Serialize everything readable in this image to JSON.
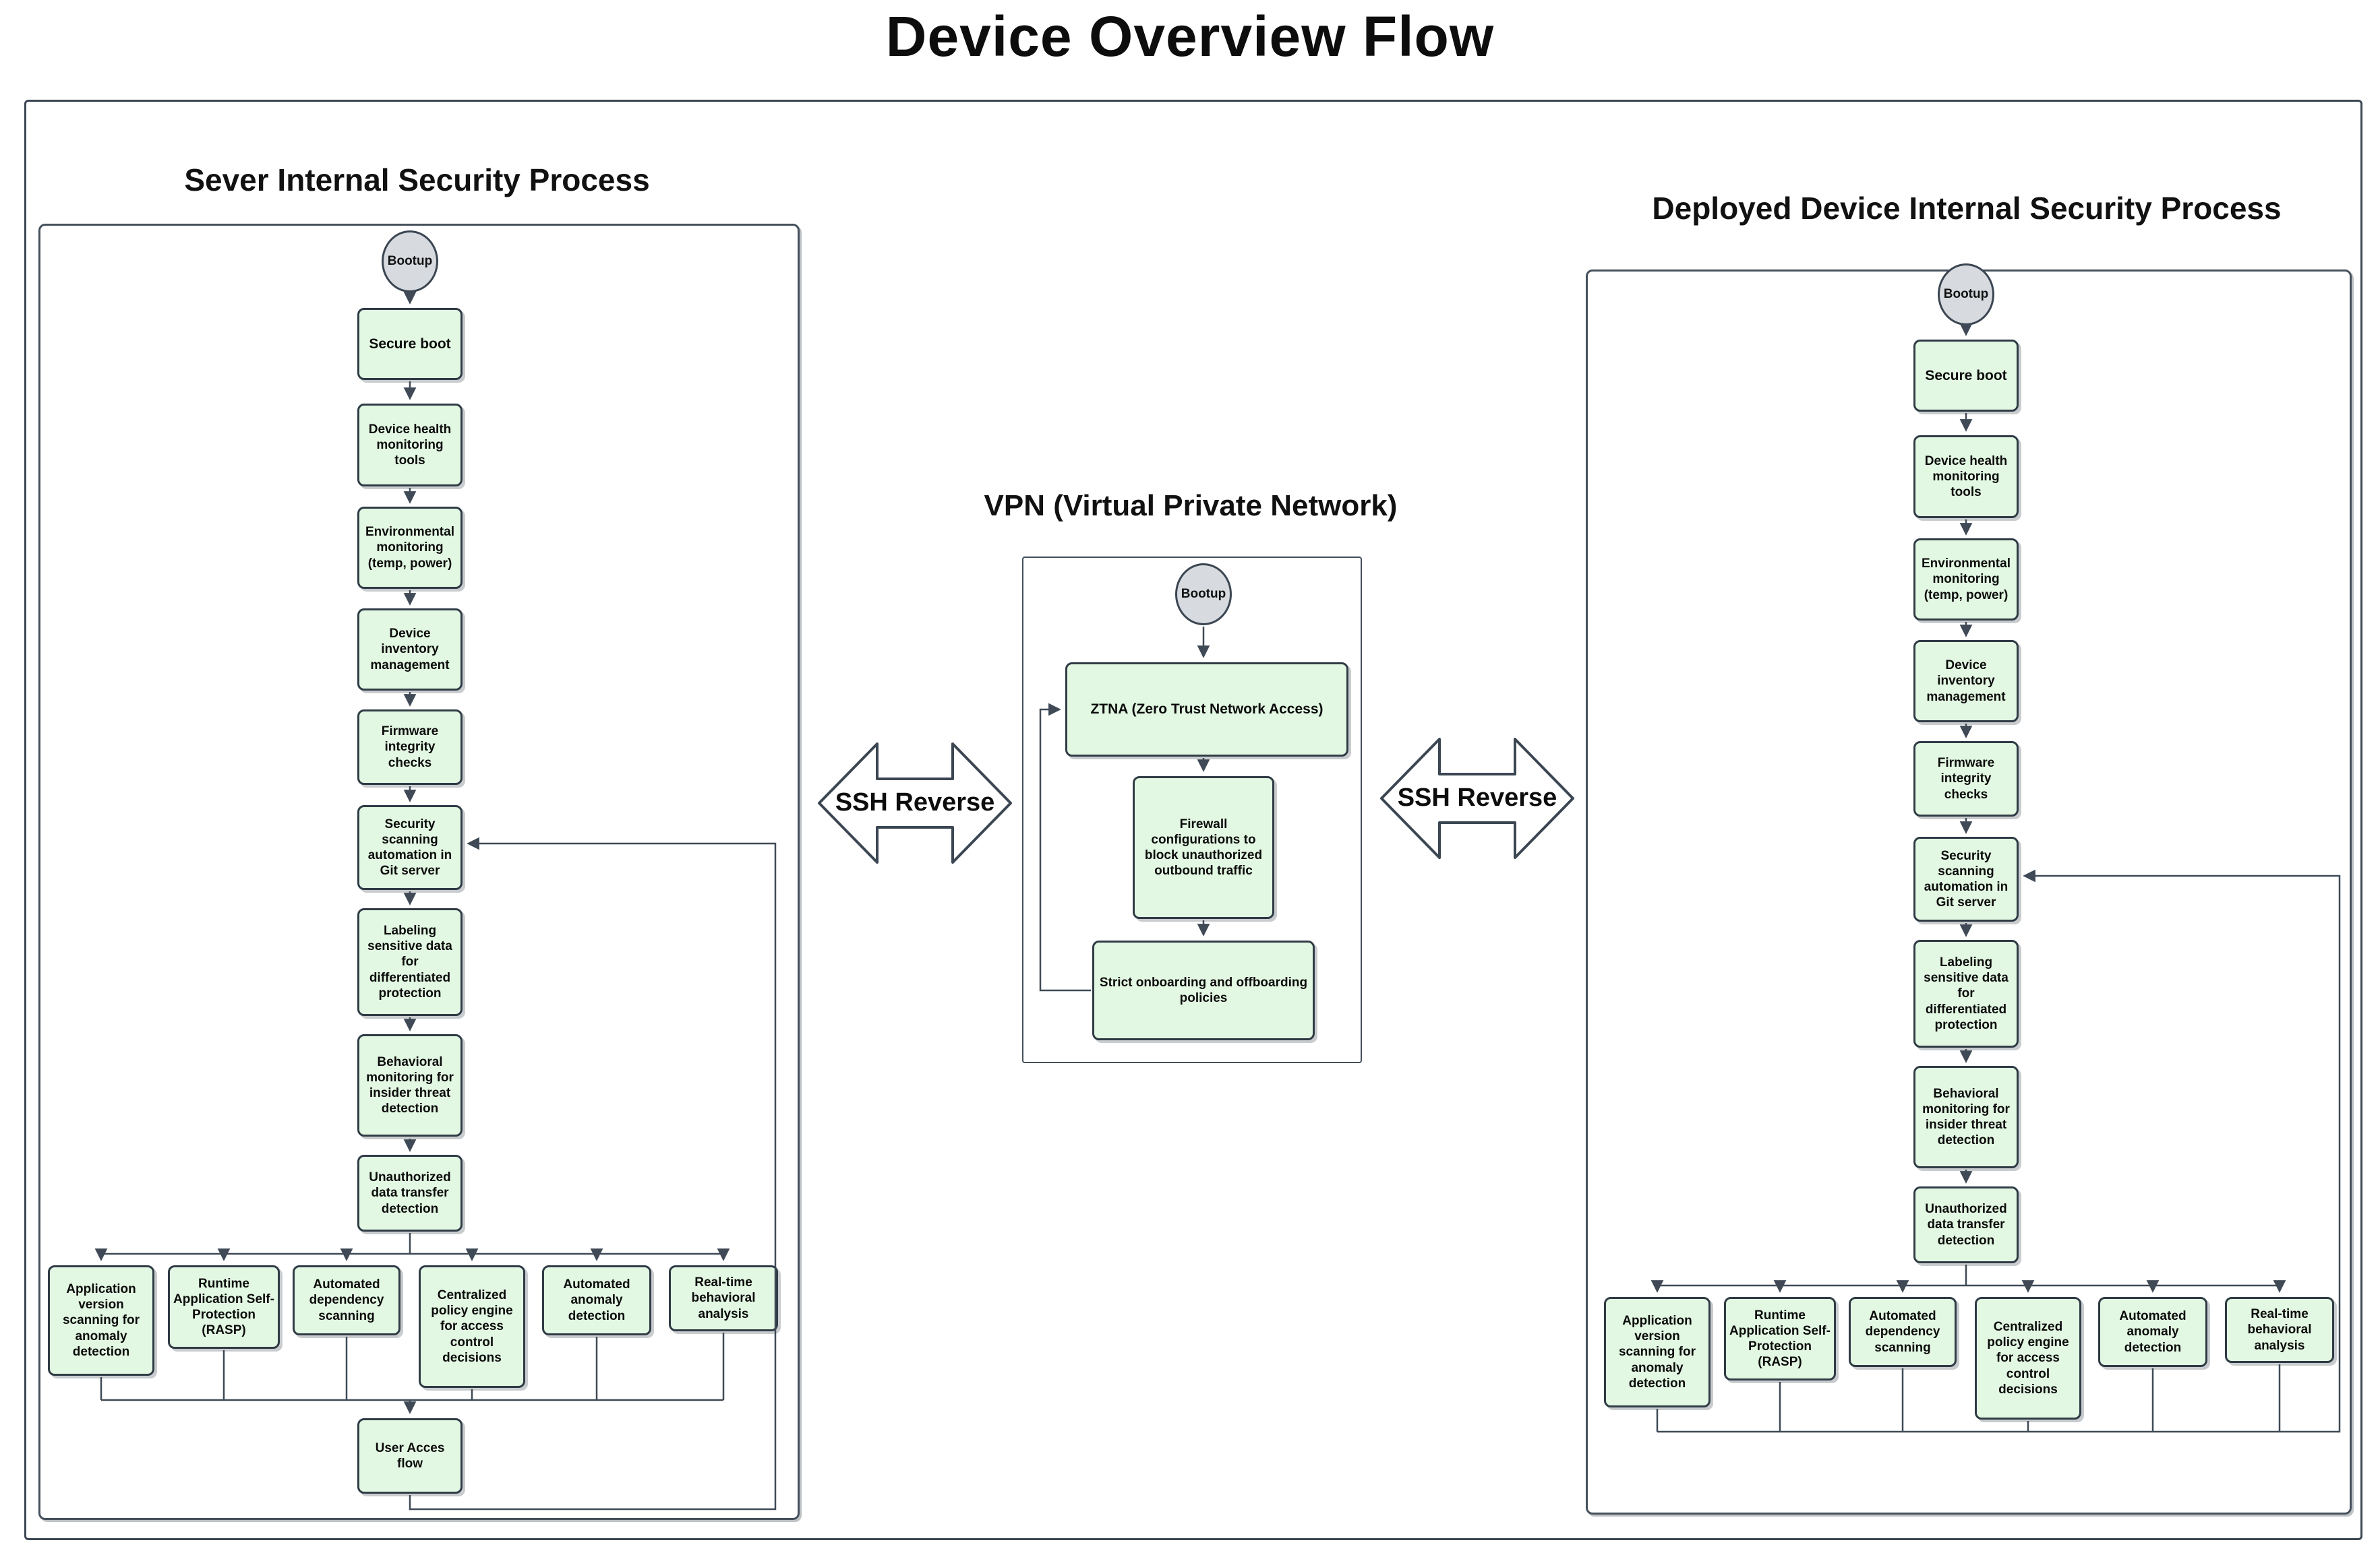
{
  "title": "Device Overview Flow",
  "bootup_label": "Bootup",
  "ssh": {
    "left_label": "SSH Reverse",
    "right_label": "SSH Reverse"
  },
  "server": {
    "title": "Sever Internal Security Process",
    "steps": [
      "Secure boot",
      "Device health monitoring tools",
      "Environmental monitoring (temp, power)",
      "Device inventory management",
      "Firmware integrity checks",
      "Security scanning automation in Git server",
      "Labeling sensitive data for differentiated protection",
      "Behavioral monitoring for insider threat detection",
      "Unauthorized data transfer detection"
    ],
    "branches": [
      "Application version scanning for anomaly detection",
      "Runtime Application Self-Protection (RASP)",
      "Automated dependency scanning",
      "Centralized policy engine for access control decisions",
      "Automated anomaly detection",
      "Real-time behavioral analysis"
    ],
    "final_step": "User Acces flow"
  },
  "vpn": {
    "title": "VPN (Virtual Private Network)",
    "steps": [
      "ZTNA (Zero Trust Network Access)",
      "Firewall configurations to block unauthorized outbound traffic",
      "Strict onboarding and offboarding policies"
    ]
  },
  "device": {
    "title": "Deployed Device Internal Security Process",
    "steps": [
      "Secure boot",
      "Device health monitoring tools",
      "Environmental monitoring (temp, power)",
      "Device inventory management",
      "Firmware integrity checks",
      "Security scanning automation in Git server",
      "Labeling sensitive data for differentiated protection",
      "Behavioral monitoring for insider threat detection",
      "Unauthorized data transfer detection"
    ],
    "branches": [
      "Application version scanning for anomaly detection",
      "Runtime Application Self-Protection (RASP)",
      "Automated dependency scanning",
      "Centralized policy engine for access control decisions",
      "Automated anomaly detection",
      "Real-time behavioral analysis"
    ]
  },
  "colors": {
    "node_fill": "#e3f8e3",
    "node_border": "#2f3b45",
    "start_fill": "#d7dbdf",
    "edge": "#3f4a56",
    "background": "#ffffff"
  }
}
